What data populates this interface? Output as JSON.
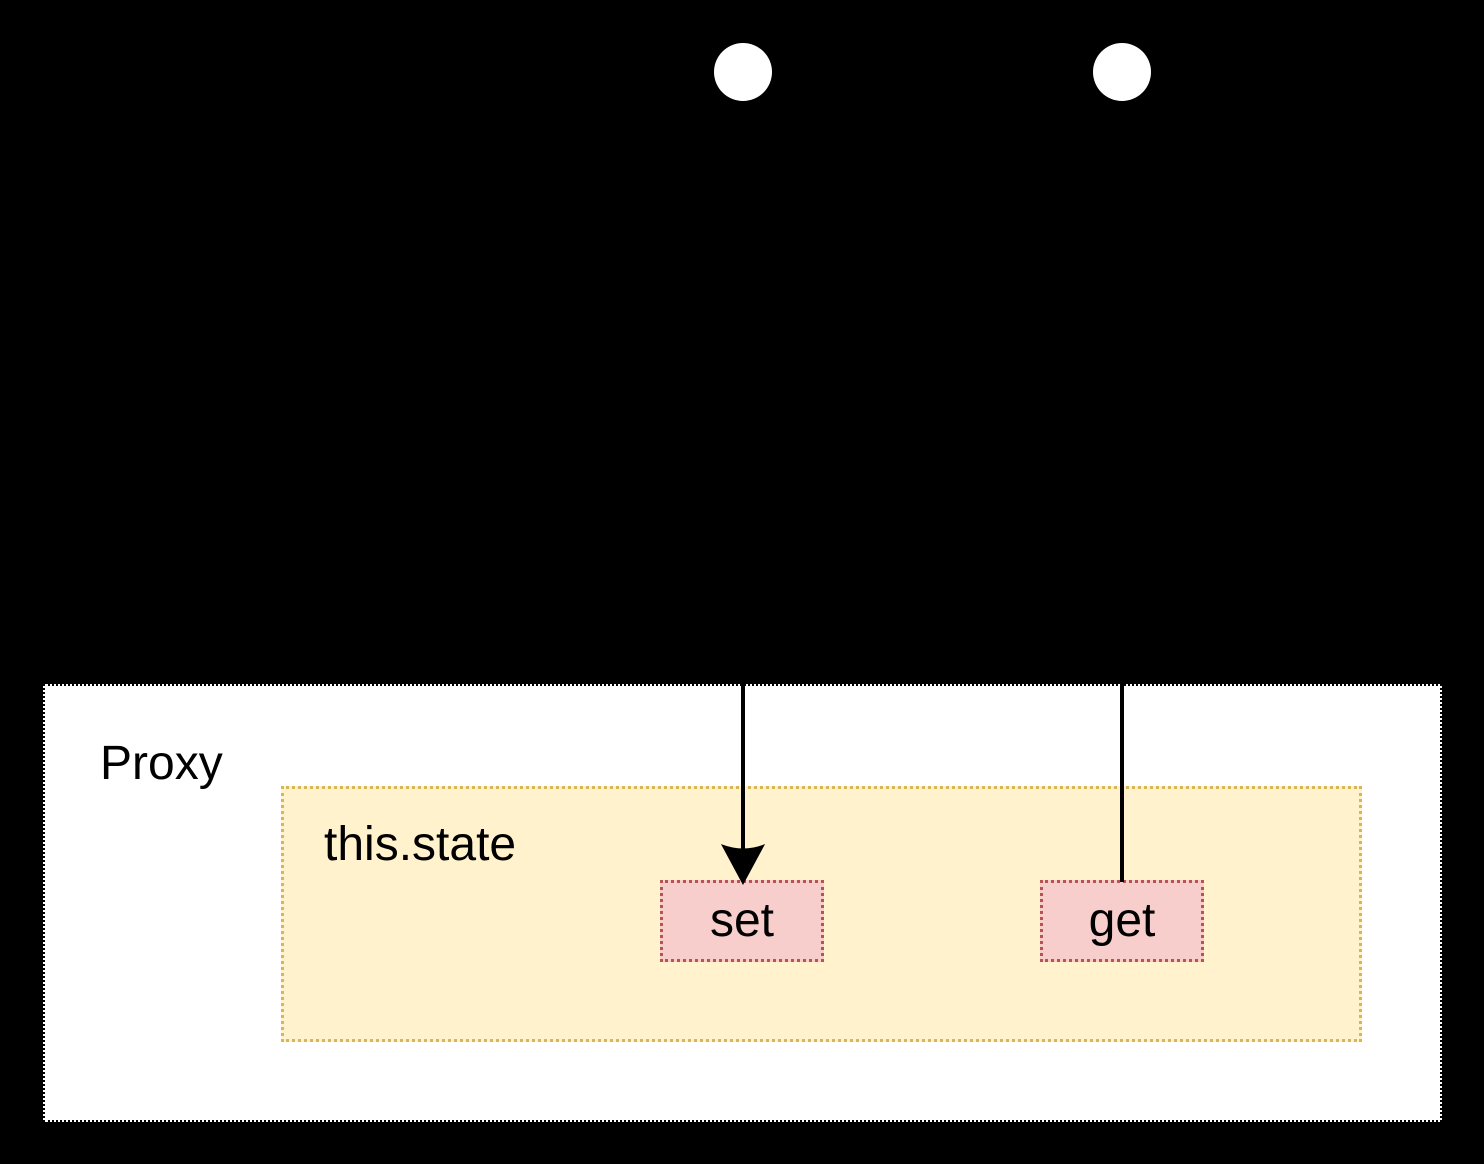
{
  "diagram": {
    "background_color": "#000000",
    "proxy": {
      "label": "Proxy",
      "fill": "#ffffff",
      "border_color": "#000000",
      "border_style": "dotted"
    },
    "state": {
      "label": "this.state",
      "fill": "#fff2cc",
      "border_color": "#d6b656",
      "border_style": "dotted",
      "handlers": [
        {
          "label": "set",
          "fill": "#f8cecc",
          "border_color": "#b85450"
        },
        {
          "label": "get",
          "fill": "#f8cecc",
          "border_color": "#b85450"
        }
      ]
    },
    "connectors": [
      {
        "target": "set",
        "color": "#000000",
        "arrowhead": true,
        "endpoint": "white-circle"
      },
      {
        "target": "get",
        "color": "#000000",
        "arrowhead": false,
        "endpoint": "white-circle"
      }
    ],
    "endpoint_color": "#ffffff",
    "line_color": "#000000"
  }
}
